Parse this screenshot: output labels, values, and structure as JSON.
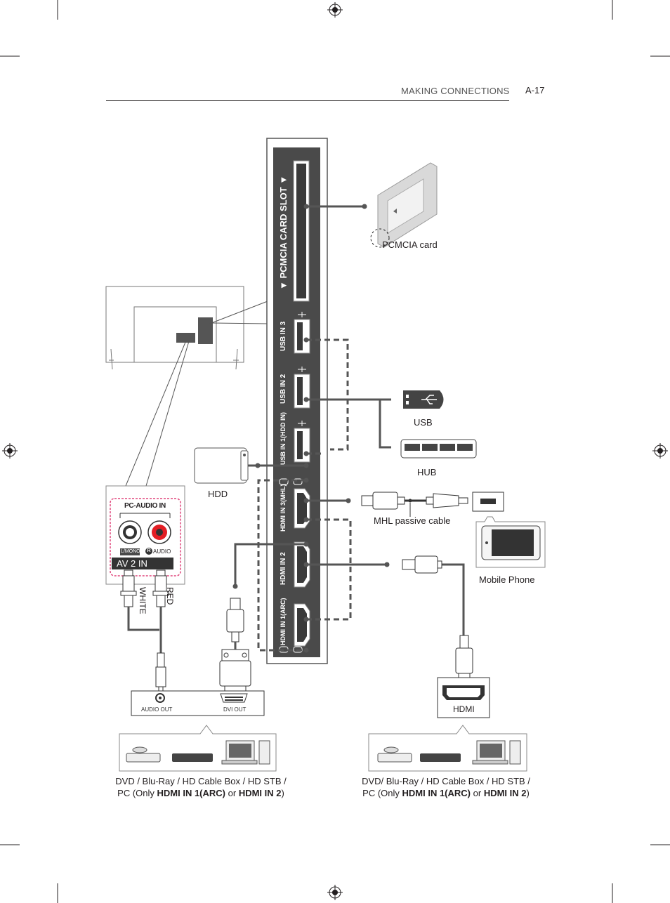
{
  "header": {
    "section": "MAKING CONNECTIONS",
    "page": "A-17"
  },
  "panel_ports": {
    "pcmcia": "▼  PCMCIA CARD SLOT  ▼",
    "usb3": "USB IN 3",
    "usb2": "USB IN 2",
    "usb1": "USB IN 1(HDD IN)",
    "hdmi3": "HDMI IN 3(MHL)",
    "hdmi2": "HDMI IN 2",
    "hdmi1": "HDMI IN 1(ARC)"
  },
  "labels": {
    "pcmcia_card": "PCMCIA card",
    "usb": "USB",
    "hub": "HUB",
    "hdd": "HDD",
    "mhl_cable": "MHL passive cable",
    "mobile_phone": "Mobile Phone",
    "hdmi": "HDMI",
    "pc_audio_in": "PC-AUDIO IN",
    "l_mono": "L/MONO",
    "r_audio": "AUDIO",
    "av2_in": "AV 2 IN",
    "red": "RED",
    "white": "WHITE",
    "audio_out": "AUDIO OUT",
    "dvi_out": "DVI OUT"
  },
  "captions": {
    "left_line1": "DVD / Blu-Ray / HD Cable Box / HD STB /",
    "left_pre": "PC (Only ",
    "left_b1": "HDMI IN 1(ARC)",
    "left_or": " or ",
    "left_b2": "HDMI IN 2",
    "left_post": ")",
    "right_line1": "DVD/ Blu-Ray / HD Cable Box / HD STB /",
    "right_pre": "PC (Only ",
    "right_b1": "HDMI IN 1(ARC)",
    "right_or": " or ",
    "right_b2": "HDMI IN 2",
    "right_post": ")"
  },
  "colors": {
    "panel": "#4a4a4a",
    "cable": "#555555",
    "red_jack": "#e31e24",
    "dashed_pink": "#e0457b"
  }
}
